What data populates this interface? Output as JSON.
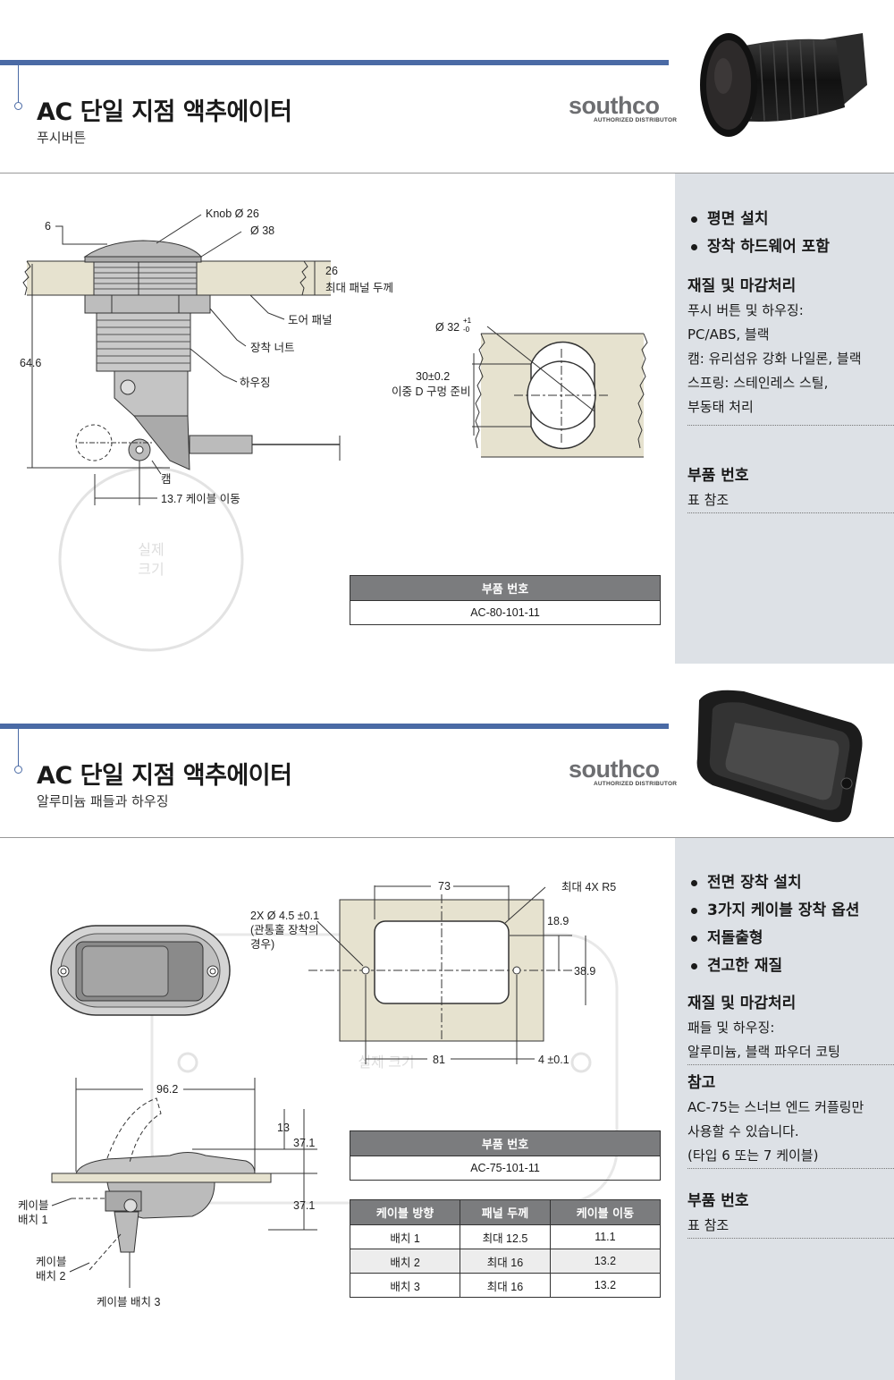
{
  "section1": {
    "title": "AC 단일 지점 액추에이터",
    "subtitle": "푸시버튼",
    "logo": {
      "word": "southco",
      "sub": "AUTHORIZED DISTRIBUTOR"
    },
    "features": [
      "평면 설치",
      "장착 하드웨어 포함"
    ],
    "material_head": "재질 및 마감처리",
    "material_lines": [
      "푸시 버튼 및 하우징:",
      "PC/ABS, 블랙",
      "캠: 유리섬유 강화 나일론, 블랙",
      "스프링: 스테인레스 스틸,",
      "부동태 처리"
    ],
    "part_head": "부품 번호",
    "part_text": "표 참조",
    "table": {
      "header": "부품 번호",
      "value": "AC-80-101-11"
    },
    "drawing": {
      "knob": "Knob Ø 26",
      "d38": "Ø 38",
      "six": "6",
      "twentysix": "26",
      "max_panel": "최대 패널 두께",
      "door_panel": "도어 패널",
      "nut": "장착 너트",
      "housing": "하우징",
      "height": "64.6",
      "cam": "캠",
      "cable": "13.7 케이블 이동",
      "real_size": [
        "실제",
        "크기"
      ],
      "hole_d": "Ø 32",
      "tol_up": "+1",
      "tol_dn": "-0",
      "hole_w": "30±0.2",
      "hole_desc": "이중 D 구멍 준비"
    }
  },
  "section2": {
    "title": "AC 단일 지점 액추에이터",
    "subtitle": "알루미늄 패들과 하우징",
    "logo": {
      "word": "southco",
      "sub": "AUTHORIZED DISTRIBUTOR"
    },
    "features": [
      "전면 장착 설치",
      "3가지 케이블 장착 옵션",
      "저돌출형",
      "견고한 재질"
    ],
    "material_head": "재질 및 마감처리",
    "material_lines": [
      "패들 및 하우징:",
      "알루미늄, 블랙 파우더 코팅"
    ],
    "note_head": "참고",
    "note_lines": [
      "AC-75는 스너브 엔드 커플링만",
      "사용할 수 있습니다.",
      "(타입 6 또는 7 케이블)"
    ],
    "part_head": "부품 번호",
    "part_text": "표 참조",
    "table1": {
      "header": "부품 번호",
      "value": "AC-75-101-11"
    },
    "table2": {
      "headers": [
        "케이블 방향",
        "패널 두께",
        "케이블 이동"
      ],
      "rows": [
        [
          "배치 1",
          "최대 12.5",
          "11.1"
        ],
        [
          "배치 2",
          "최대 16",
          "13.2"
        ],
        [
          "배치 3",
          "최대 16",
          "13.2"
        ]
      ]
    },
    "drawing": {
      "w73": "73",
      "r5": "최대 4X R5",
      "hole_note": [
        "2X Ø 4.5 ±0.1",
        "(관통홀 장착의",
        "경우)"
      ],
      "d189": "18.9",
      "d389": "38.9",
      "w81": "81",
      "d4": "4 ±0.1",
      "real_size": "실제 크기",
      "w962": "96.2",
      "d13": "13",
      "d371a": "37.1",
      "d371b": "37.1",
      "pos1": [
        "케이블",
        "배치 1"
      ],
      "pos2": [
        "케이블",
        "배치 2"
      ],
      "pos3": "케이블 배치 3"
    }
  }
}
